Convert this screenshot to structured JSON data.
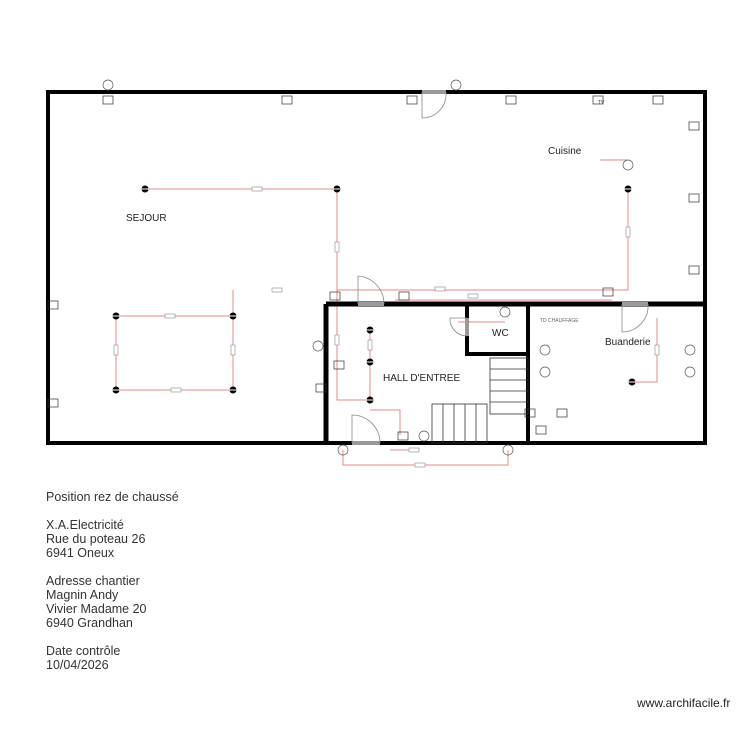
{
  "plan": {
    "rooms": {
      "sejour": "SEJOUR",
      "cuisine": "Cuisine",
      "hall": "HALL D'ENTREE",
      "wc": "WC",
      "buanderie": "Buanderie"
    },
    "td_label": "TD CHAUFFAGE",
    "tv_label": "TV",
    "colors": {
      "wall": "#000000",
      "wire": "#e88a8a",
      "door_opening": "#999999"
    }
  },
  "info": {
    "title": "Position rez de chaussé",
    "company": [
      "X.A.Electricité",
      "Rue du poteau 26",
      "6941 Oneux"
    ],
    "site_label": "Adresse chantier",
    "site": [
      "Magnin Andy",
      "Vivier Madame 20",
      "6940 Grandhan"
    ],
    "date_label": "Date contrôle",
    "date": "10/04/2026"
  },
  "footer": {
    "website": "www.archifacile.fr"
  }
}
